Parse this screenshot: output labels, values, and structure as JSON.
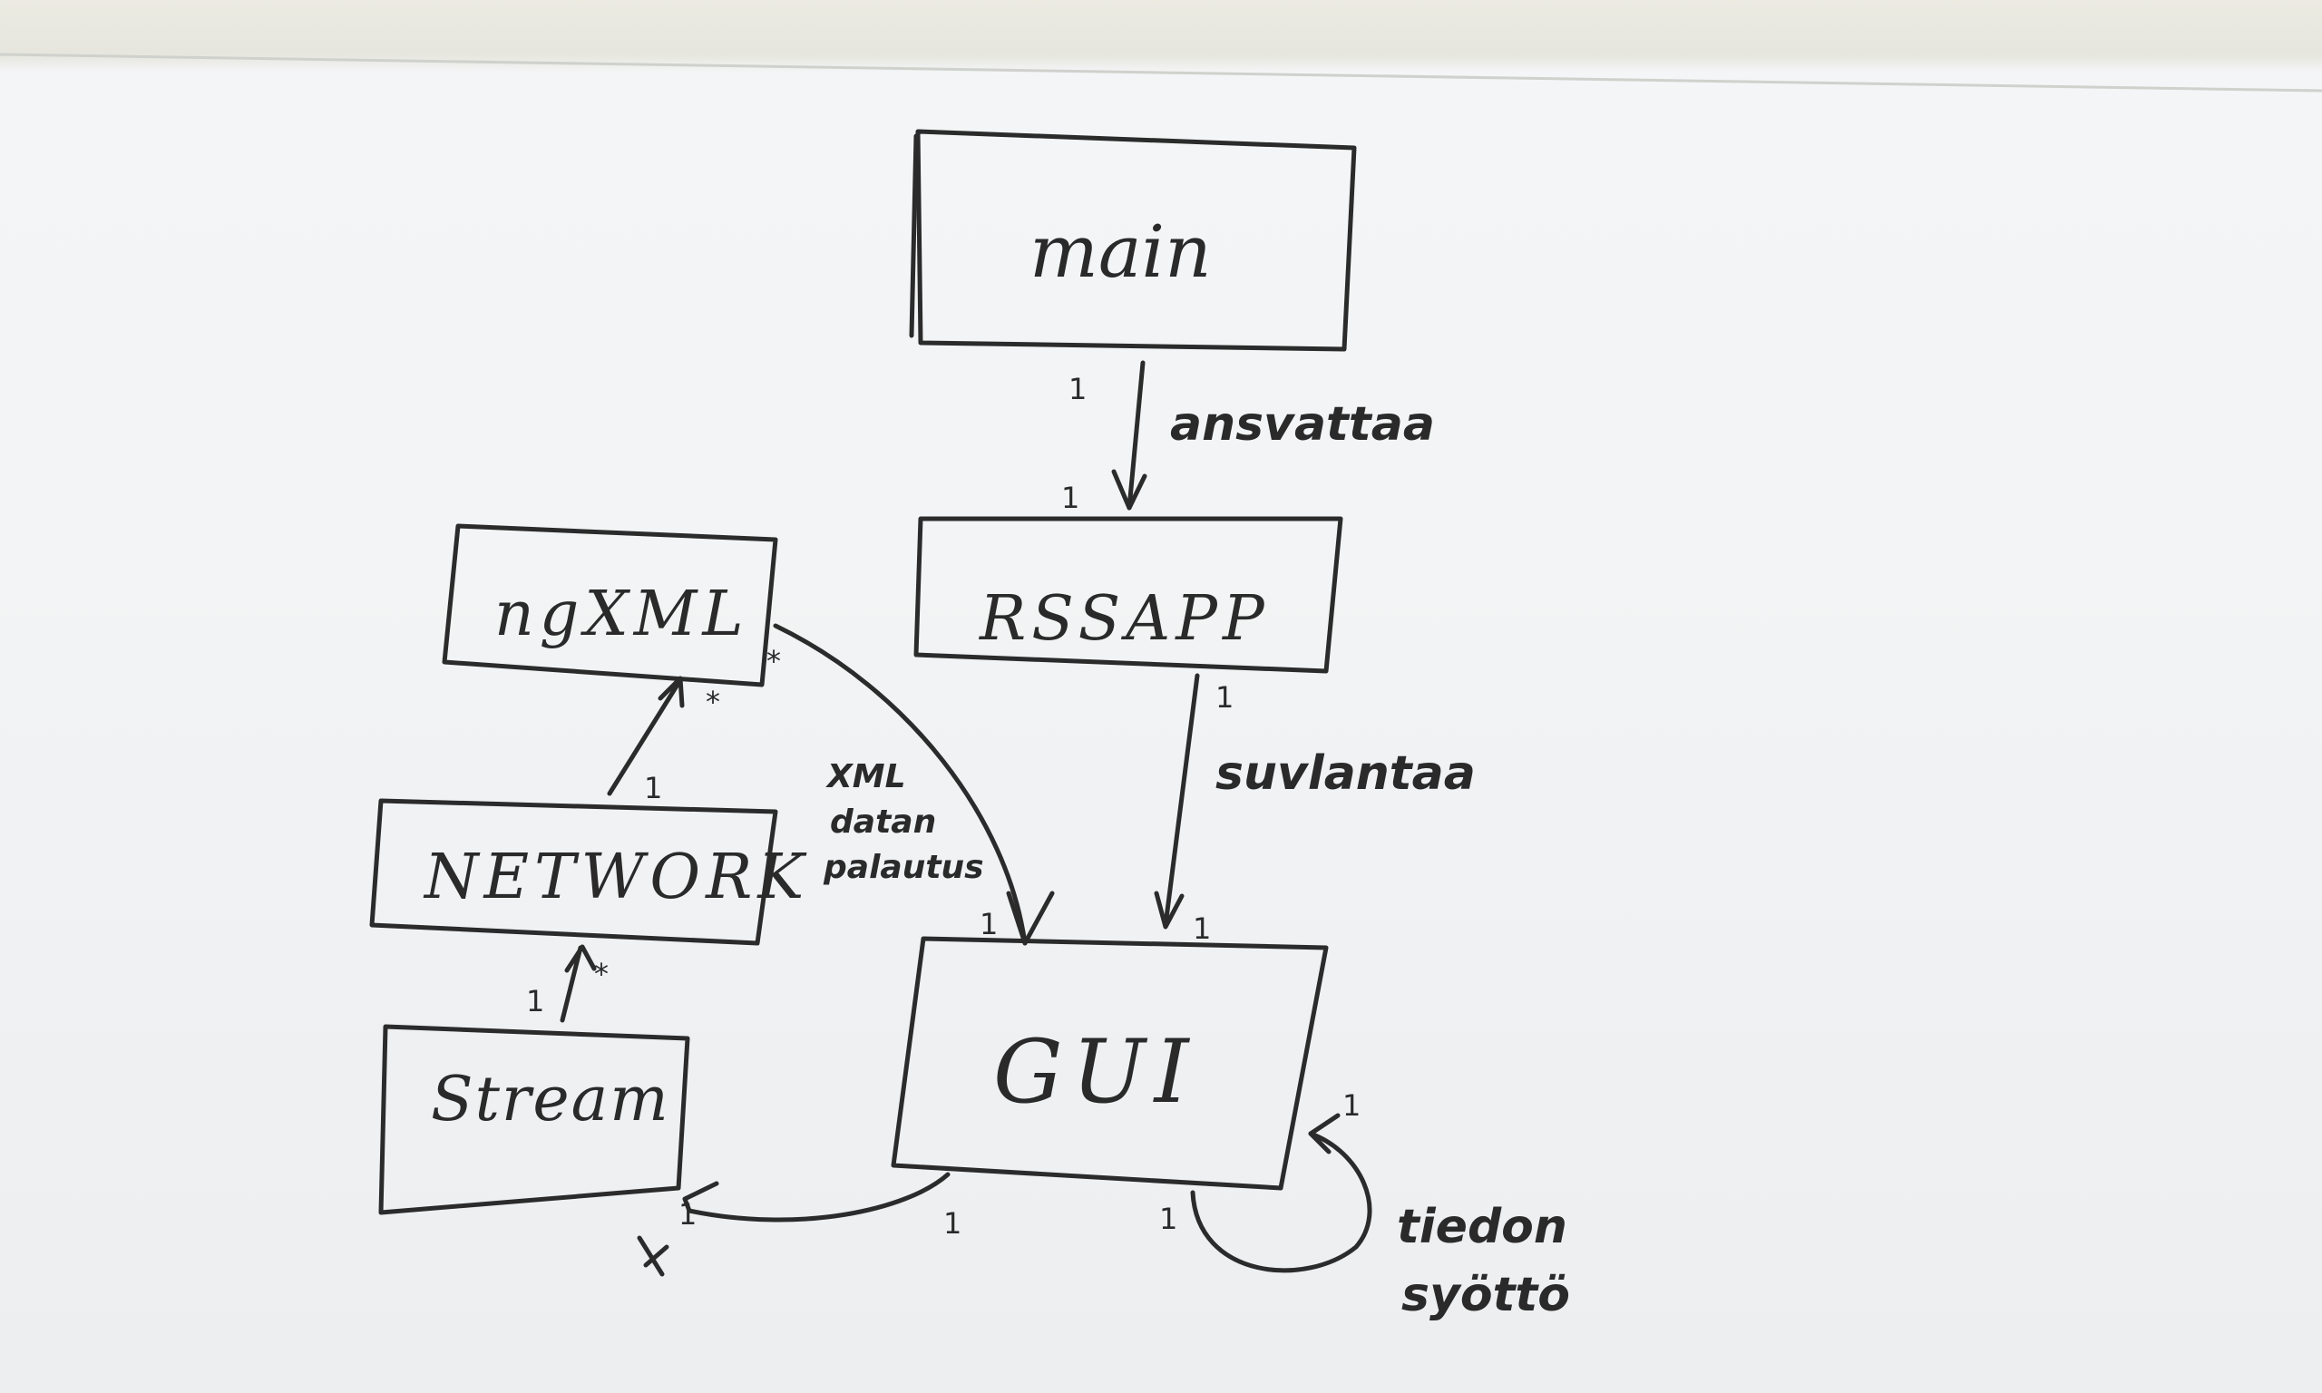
{
  "diagram": {
    "nodes": {
      "main": "main",
      "rssapp": "RSSAPP",
      "ngxml": "ngXML",
      "network": "NETWORK",
      "stream": "Stream",
      "gui": "GUI"
    },
    "edges": {
      "main_rssapp": "ansvattaa",
      "rssapp_gui": "suvlantaa",
      "gui_ngxml": [
        "XML",
        "datan",
        "palautus"
      ],
      "gui_self": [
        "tiedon",
        "syöttö"
      ]
    },
    "multiplicities": {
      "one": "1",
      "many": "*"
    }
  }
}
